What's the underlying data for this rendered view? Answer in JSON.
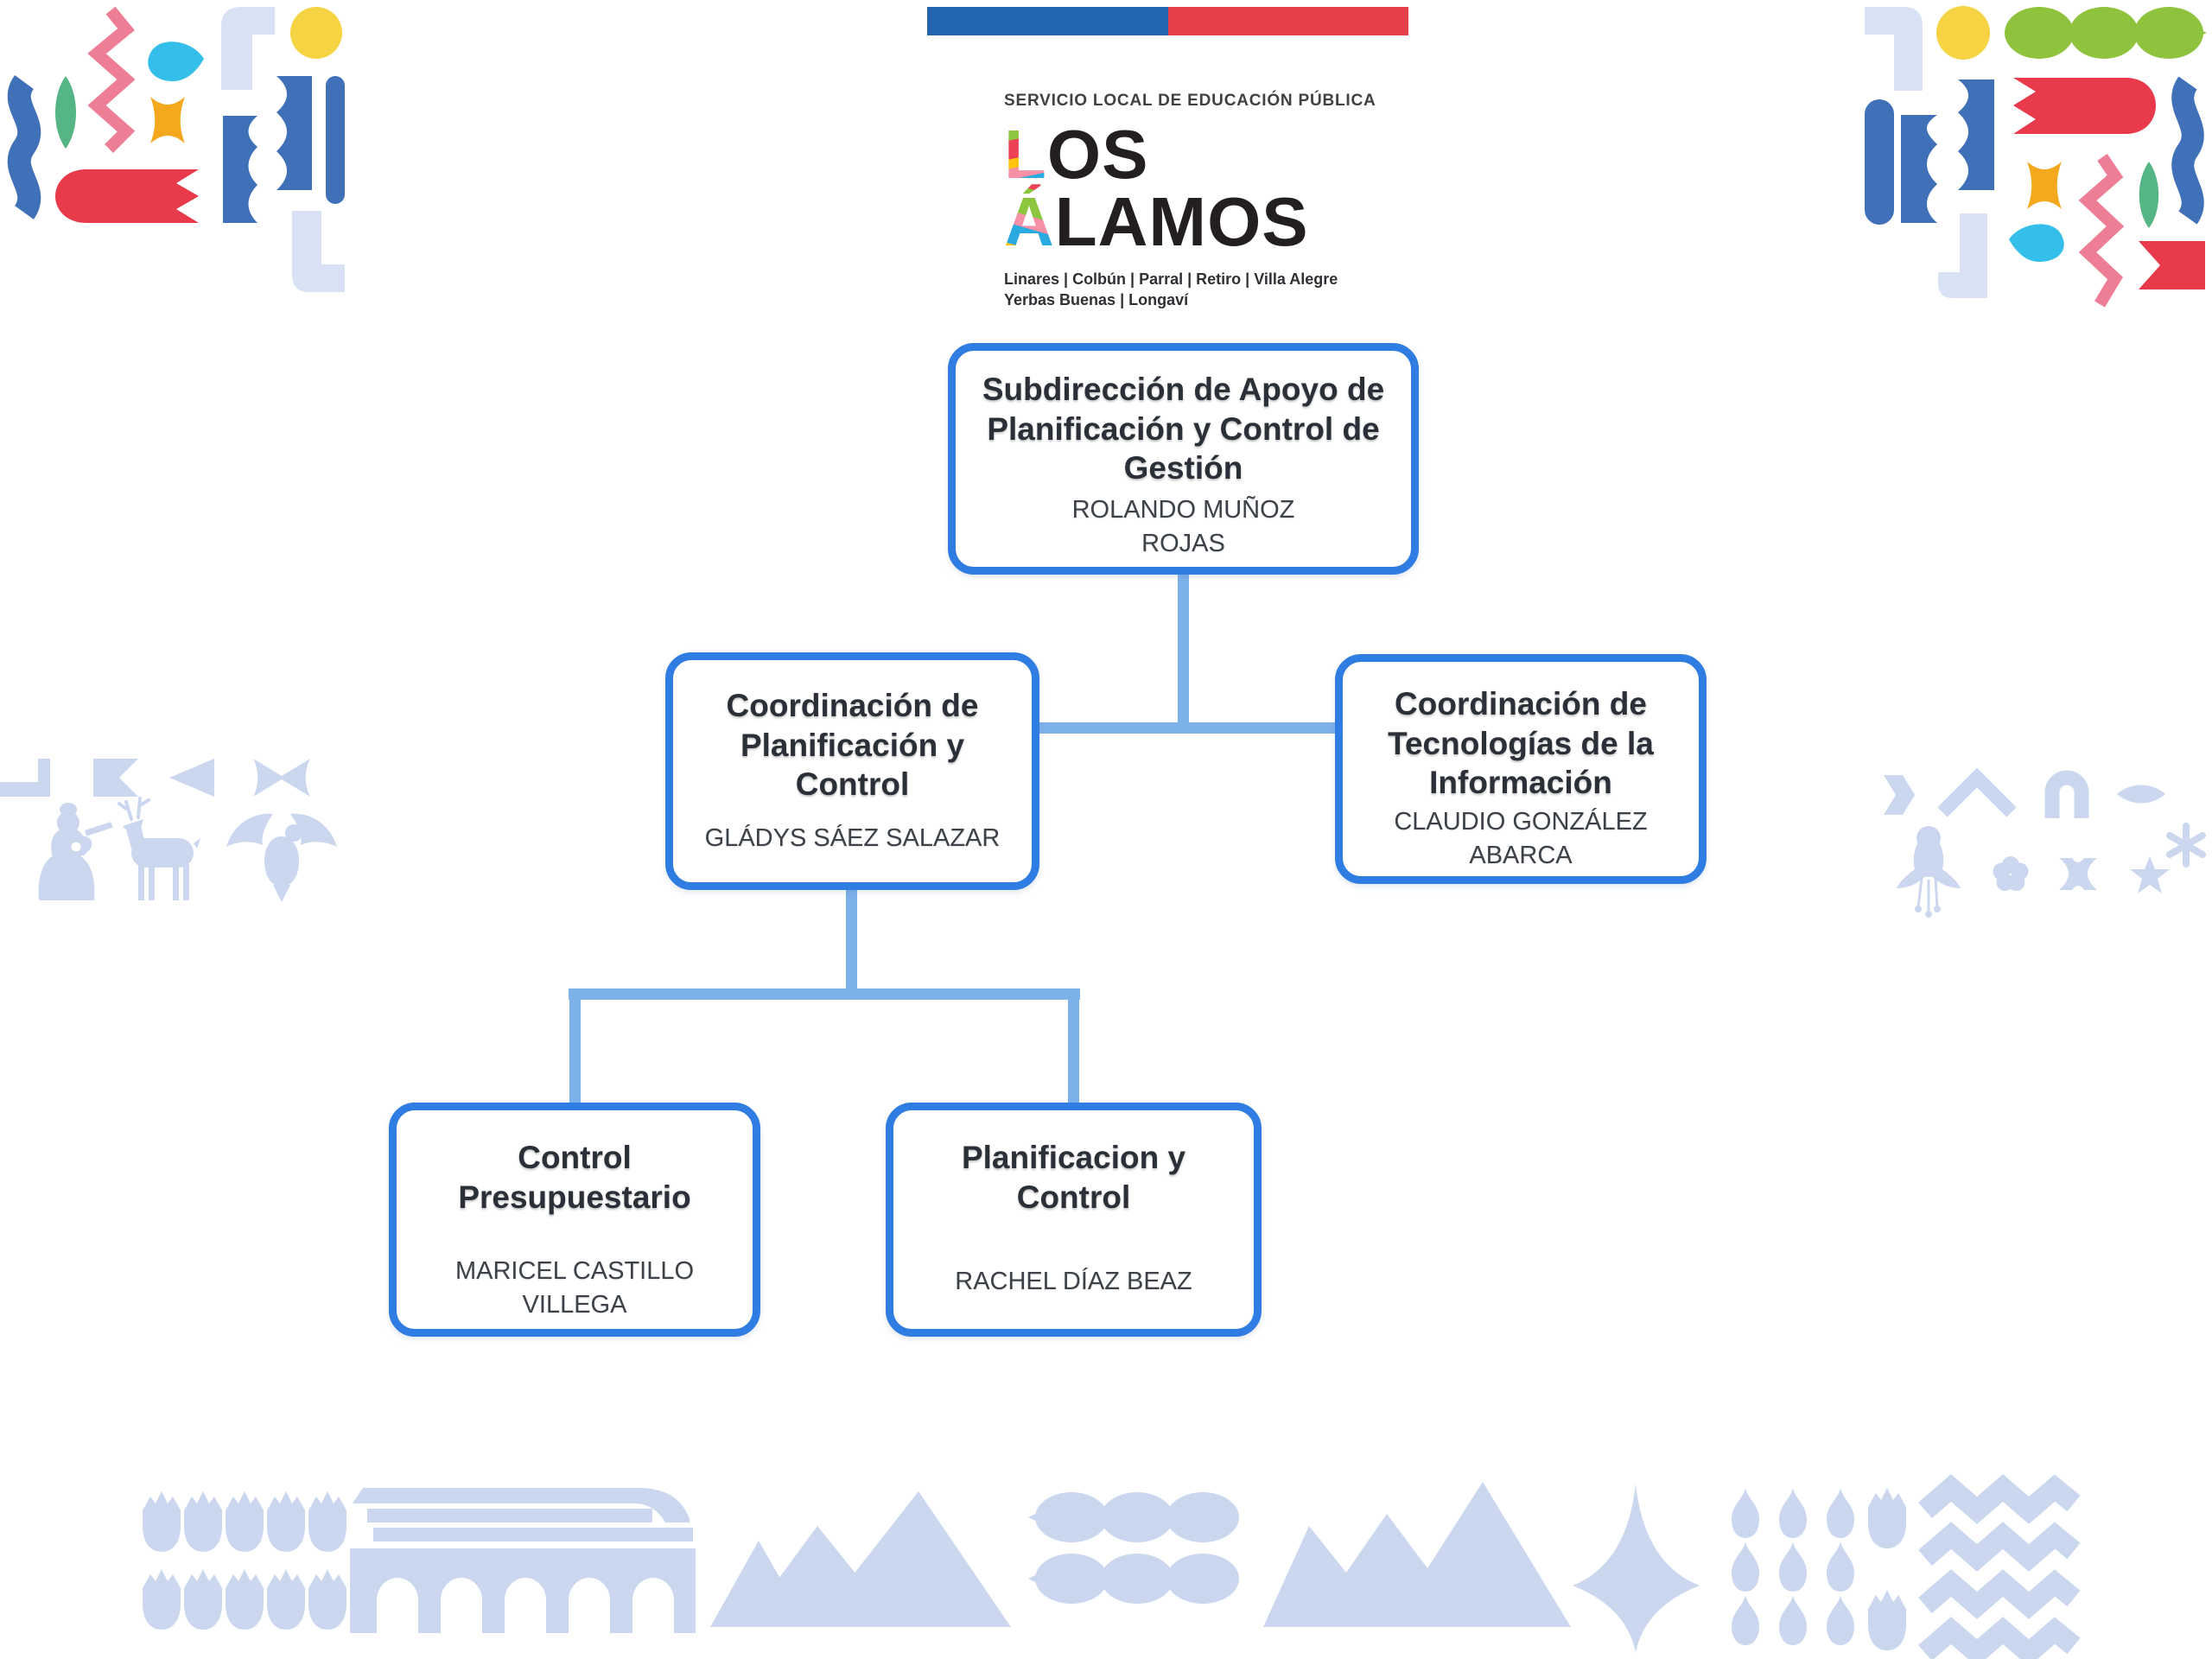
{
  "brand": {
    "flag_bar": {
      "blue": "#2166ae",
      "red": "#e74049"
    },
    "service_line": "SERVICIO LOCAL DE EDUCACIÓN PÚBLICA",
    "name_l1_first": "L",
    "name_l1_rest": "OS",
    "name_l2_first": "Á",
    "name_l2_rest": "LAMOS",
    "communes_line1": "Linares | Colbún | Parral | Retiro | Villa Alegre",
    "communes_line2": "Yerbas Buenas | Longaví"
  },
  "org_chart": {
    "border_color": "#2f7de2",
    "connector_color": "#7db1ea",
    "title_color": "#2b3038",
    "person_color": "#3c4248",
    "nodes": [
      {
        "id": "subdireccion-apoyo",
        "title": "Subdirección de Apoyo de Planificación y Control de Gestión",
        "person": "ROLANDO MUÑOZ ROJAS"
      },
      {
        "id": "coordinacion-planificacion-control",
        "title": "Coordinación de Planificación y Control",
        "person": "GLÁDYS SÁEZ SALAZAR"
      },
      {
        "id": "coordinacion-tecnologias-informacion",
        "title": "Coordinación de Tecnologías de la Información",
        "person": "CLAUDIO GONZÁLEZ ABARCA"
      },
      {
        "id": "control-presupuestario",
        "title": "Control Presupuestario",
        "person": "MARICEL CASTILLO VILLEGA"
      },
      {
        "id": "planificacion-control",
        "title": "Planificacion y Control",
        "person": "RACHEL DÍAZ BEAZ"
      }
    ]
  },
  "decorations": {
    "palette": {
      "blue": "#3f70b8",
      "light_periwinkle": "#cbd7ee",
      "pale_periwinkle": "#d9e1f4",
      "yellow": "#f6d342",
      "lime": "#8fc23d",
      "green": "#55b584",
      "pink": "#ee7e95",
      "red": "#e83a4b",
      "cyan": "#33bfe9",
      "orange": "#f4a81d"
    },
    "top_left_cluster": [
      "wave-ribbon",
      "leaf-lens",
      "zigzag",
      "teardrop",
      "hourglass",
      "fish-banner",
      "corner-hook",
      "sun-circle",
      "wavy-column",
      "wavy-column",
      "round-bar",
      "corner-l"
    ],
    "top_right_cluster": [
      "corner-hook",
      "sun-circle",
      "seed-pod-chain",
      "round-bar",
      "wavy-column",
      "wavy-column",
      "corner-j",
      "fish-banner",
      "wave-ribbon",
      "hourglass",
      "zigzag",
      "leaf-lens",
      "teardrop",
      "flag-pennant"
    ],
    "mid_left_row": [
      "corner-bracket",
      "flag-pennant",
      "triangle",
      "bowtie",
      "guitarist-silhouette",
      "deer-silhouette",
      "eagle-silhouette"
    ],
    "mid_right_row": [
      "chevron",
      "caret-mountain",
      "arch",
      "leaf-lens",
      "copihue-flower",
      "five-petal-flower",
      "x-shape",
      "star",
      "asterisk"
    ],
    "bottom_band": [
      "tulip-field",
      "train-viaduct",
      "mountains",
      "seed-pod-chains",
      "mountains",
      "sparkle-star",
      "droplet-grid",
      "tulip-column",
      "zigzag-pattern"
    ]
  }
}
